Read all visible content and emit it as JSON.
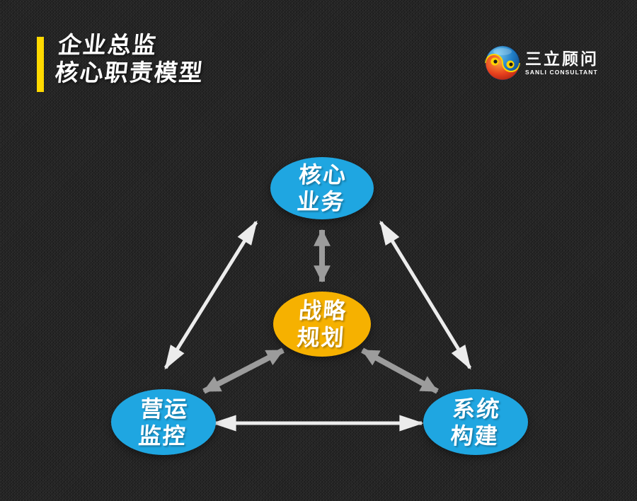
{
  "header": {
    "title_line1": "企业总监",
    "title_line2": "核心职责模型"
  },
  "logo": {
    "company_name": "三立顾问",
    "company_name_en": "SANLI CONSULTANT"
  },
  "diagram": {
    "nodes": [
      {
        "id": "core-business",
        "label_line1": "核心",
        "label_line2": "业务",
        "color": "#1FA6E1"
      },
      {
        "id": "strategy-planning",
        "label_line1": "战略",
        "label_line2": "规划",
        "color": "#F6B100"
      },
      {
        "id": "operation-monitoring",
        "label_line1": "营运",
        "label_line2": "监控",
        "color": "#1FA6E1"
      },
      {
        "id": "system-building",
        "label_line1": "系统",
        "label_line2": "构建",
        "color": "#1FA6E1"
      }
    ],
    "connections": [
      {
        "from": "core-business",
        "to": "operation-monitoring",
        "style": "silver",
        "bidirectional": true
      },
      {
        "from": "core-business",
        "to": "system-building",
        "style": "silver",
        "bidirectional": true
      },
      {
        "from": "operation-monitoring",
        "to": "system-building",
        "style": "silver",
        "bidirectional": true
      },
      {
        "from": "core-business",
        "to": "strategy-planning",
        "style": "gray",
        "bidirectional": true
      },
      {
        "from": "strategy-planning",
        "to": "operation-monitoring",
        "style": "gray",
        "bidirectional": true
      },
      {
        "from": "strategy-planning",
        "to": "system-building",
        "style": "gray",
        "bidirectional": true
      }
    ]
  },
  "colors": {
    "background": "#242424",
    "accent-yellow": "#FFD900",
    "node-blue": "#1FA6E1",
    "node-yellow": "#F6B100",
    "arrow-silver": "#ECECEC",
    "arrow-gray": "#9C9C9C",
    "text-white": "#FFFFFF"
  }
}
